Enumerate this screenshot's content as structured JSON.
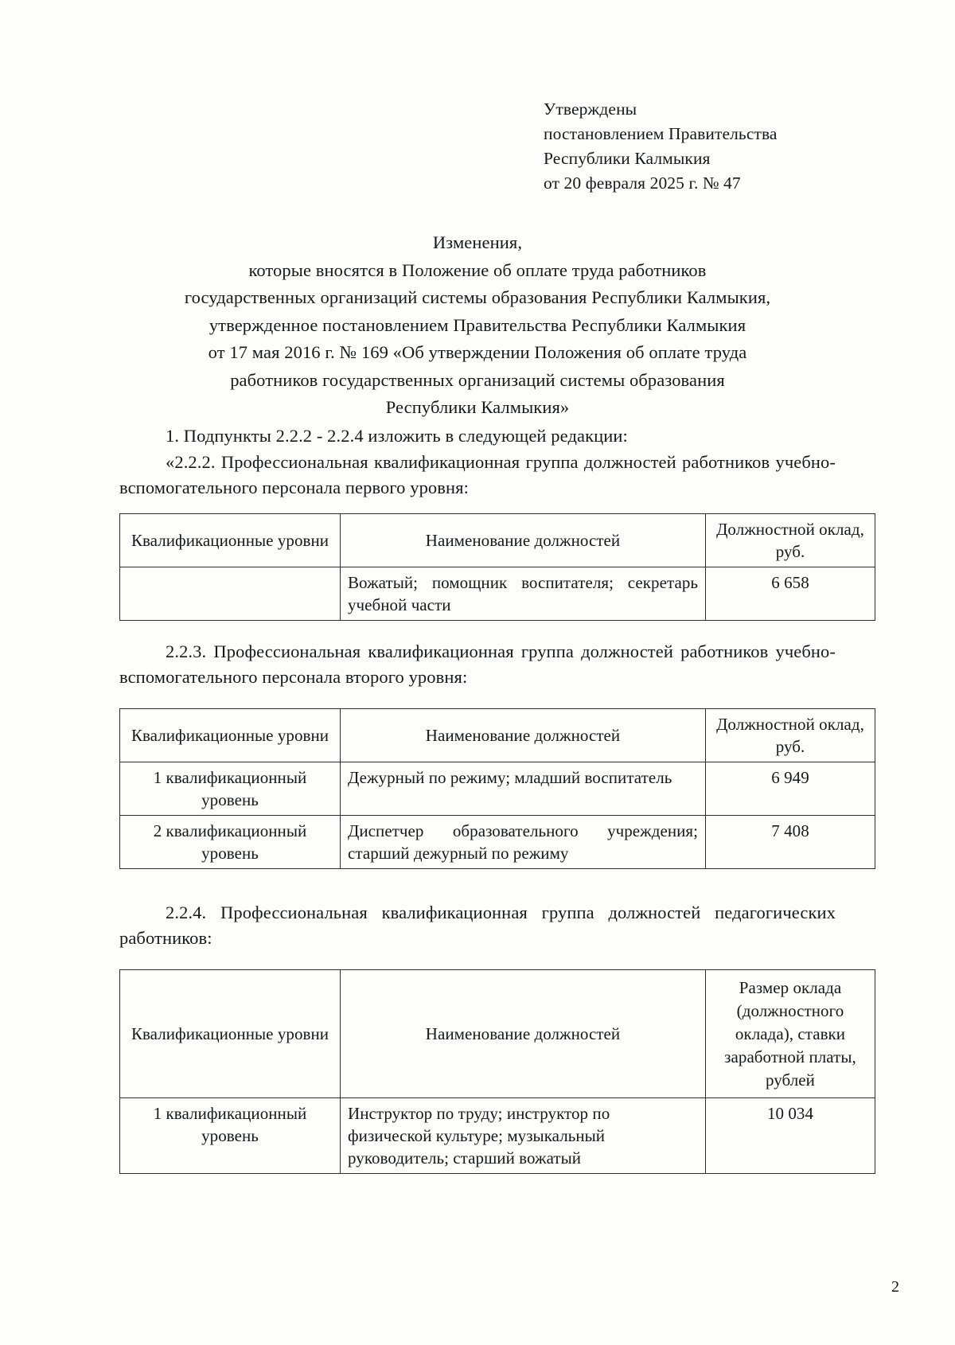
{
  "approval": {
    "lines": [
      "Утверждены",
      "постановлением Правительства",
      "Республики Калмыкия",
      "от 20 февраля 2025 г. № 47"
    ]
  },
  "title": {
    "lines": [
      "Изменения,",
      "которые вносятся в Положение об оплате труда работников",
      "государственных организаций системы образования Республики Калмыкия,",
      "утвержденное постановлением Правительства Республики Калмыкия",
      "от 17 мая 2016 г. № 169 «Об утверждении Положения об оплате труда",
      "работников государственных организаций системы образования",
      "Республики Калмыкия»"
    ]
  },
  "paragraphs": {
    "item_1": "1.  Подпункты 2.2.2 - 2.2.4 изложить в следующей редакции:",
    "item_222": "«2.2.2.  Профессиональная квалификационная группа должностей работников учебно-вспомогательного персонала первого уровня:",
    "item_223": "2.2.3.  Профессиональная квалификационная группа должностей работников учебно-вспомогательного персонала второго уровня:",
    "item_224": "2.2.4. Профессиональная квалификационная группа должностей педагогических работников:"
  },
  "table_1": {
    "headers": [
      "Квалификационные уровни",
      "Наименование должностей",
      "Должностной оклад, руб."
    ],
    "rows": [
      {
        "level": "",
        "positions": "Вожатый;  помощник  воспитателя; секретарь учебной части",
        "salary": "6 658"
      }
    ]
  },
  "table_2": {
    "headers": [
      "Квалификационные уровни",
      "Наименование должностей",
      "Должностной оклад, руб."
    ],
    "rows": [
      {
        "level": "1 квалификационный уровень",
        "positions": "Дежурный  по  режиму;  младший воспитатель",
        "salary": "6 949"
      },
      {
        "level": "2 квалификационный уровень",
        "positions": "Диспетчер  образовательного учреждения;  старший  дежурный по режиму",
        "salary": "7 408"
      }
    ]
  },
  "table_3": {
    "headers": [
      "Квалификационные уровни",
      "Наименование должностей",
      "Размер оклада (должностного оклада), ставки заработной платы, рублей"
    ],
    "rows": [
      {
        "level": "1 квалификационный уровень",
        "positions": "Инструктор по труду; инструктор по физической культуре; музыкальный руководитель; старший вожатый",
        "salary": "10 034"
      }
    ]
  },
  "footer": {
    "page_number": "2"
  }
}
